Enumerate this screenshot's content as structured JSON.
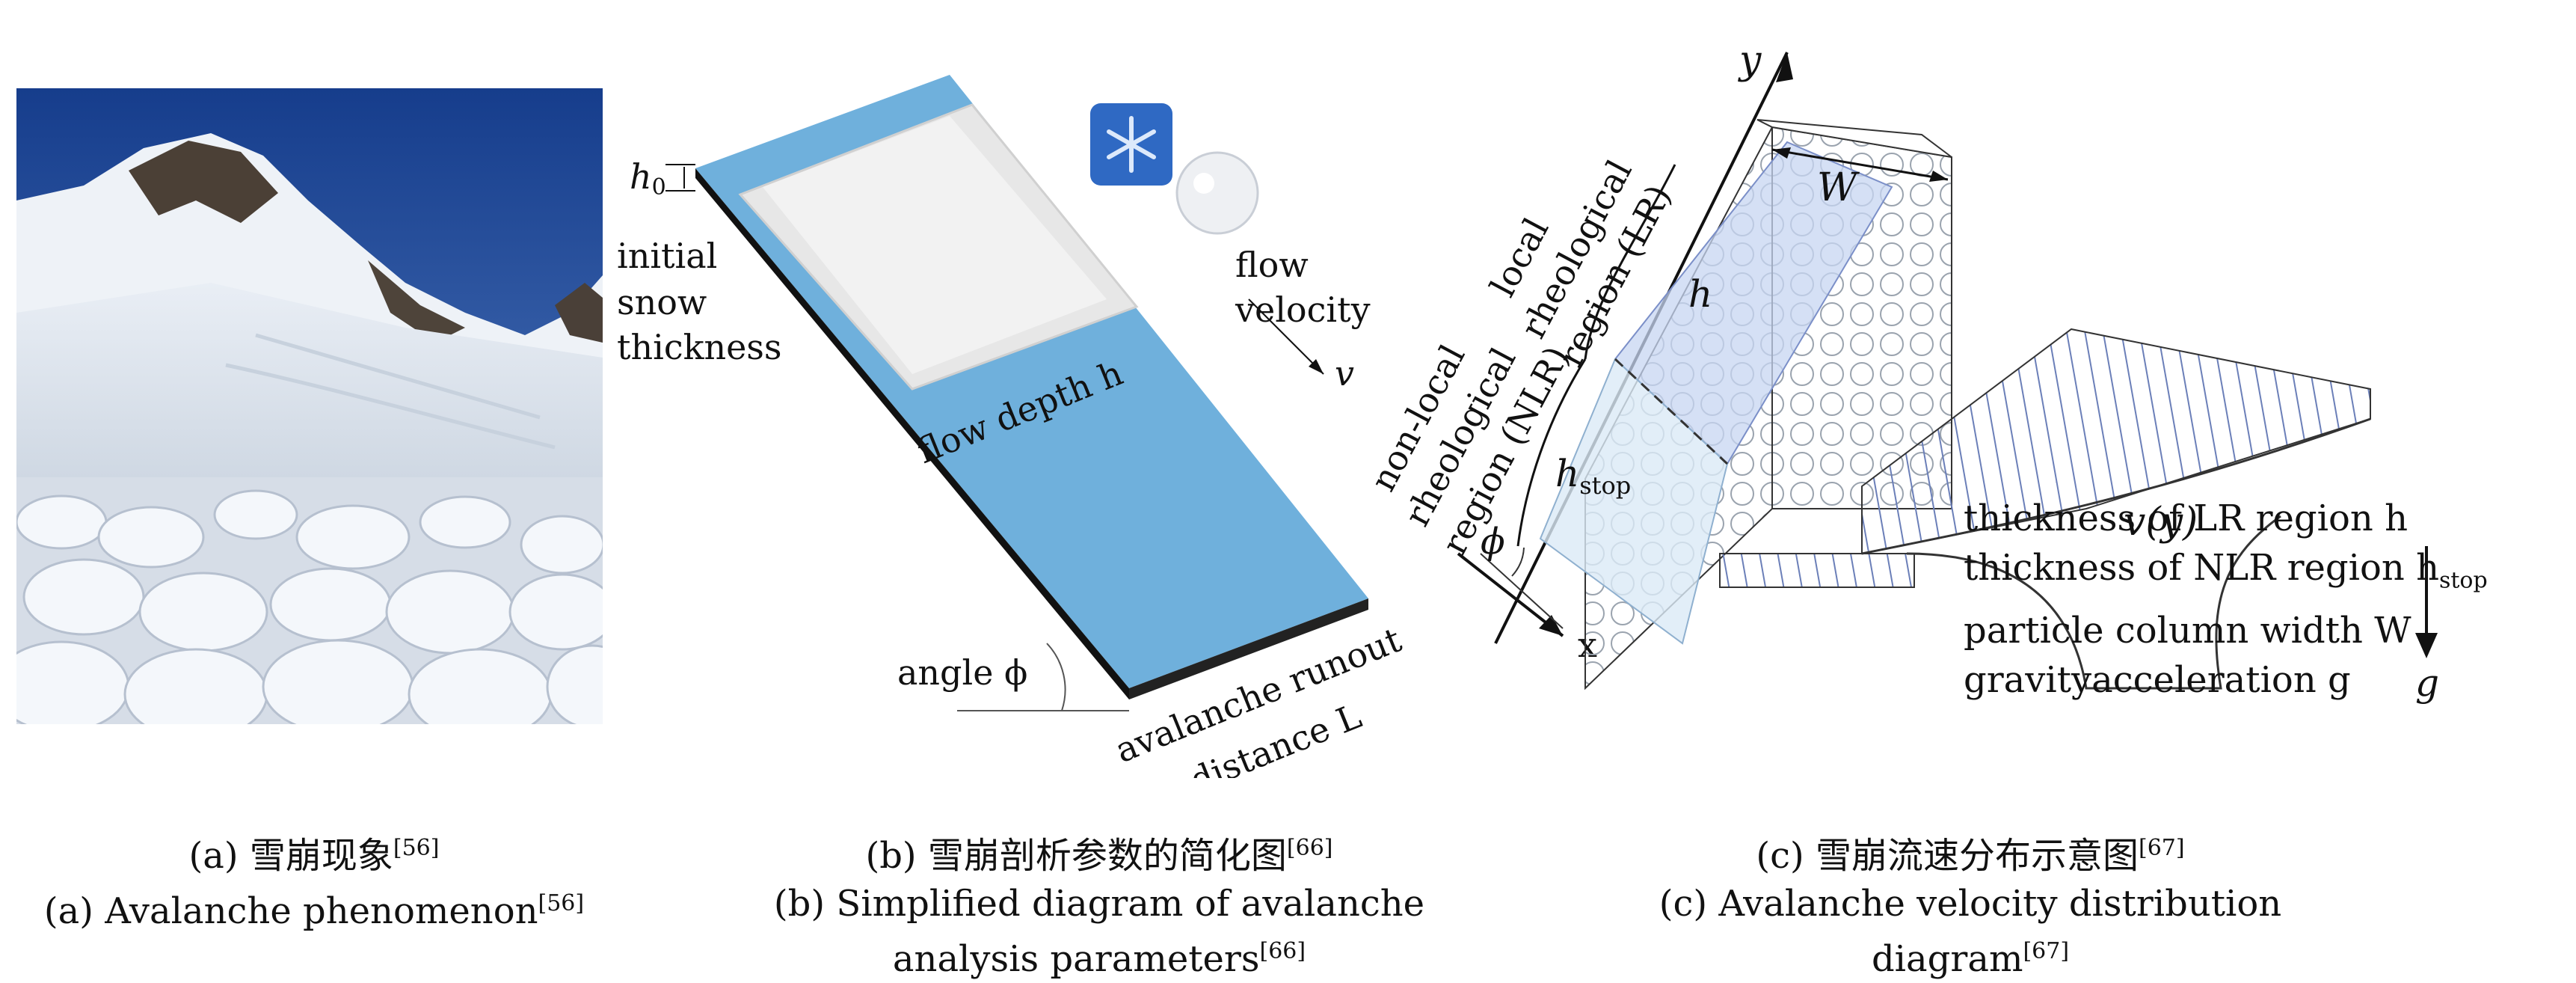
{
  "colors": {
    "sky": "#1f4fa6",
    "slope": "#6fb0dc",
    "slope_edge": "#111111",
    "lr_region": "#c7d6f2",
    "nlr_region": "#dbeaf6",
    "velocity_hatch": "#6b7fb8"
  },
  "panel_a": {
    "photo_alt": "mountain with avalanche debris in foreground",
    "caption_cn": "(a) 雪崩现象",
    "caption_cn_ref": "[56]",
    "caption_en": "(a) Avalanche phenomenon",
    "caption_en_ref": "[56]"
  },
  "panel_b": {
    "h0_label": "h",
    "h0_sub": "0",
    "initial_line1": "initial",
    "initial_line2": "snow",
    "initial_line3": "thickness",
    "flow_depth": "flow depth h",
    "flow_velocity_line1": "flow",
    "flow_velocity_line2": "velocity",
    "velocity_symbol": "v",
    "angle_label": "angle ϕ",
    "runout_line1": "avalanche runout",
    "runout_line2": "distance L",
    "icon_snowflake": "snowflake-icon",
    "icon_snowball": "snowball-icon",
    "caption_cn": "(b) 雪崩剖析参数的简化图",
    "caption_cn_ref": "[66]",
    "caption_en_line1": "(b) Simplified diagram of avalanche",
    "caption_en_line2": "analysis parameters",
    "caption_en_ref": "[66]"
  },
  "panel_c": {
    "y_axis": "y",
    "x_axis": "x",
    "W_label": "W",
    "h_label": "h",
    "hstop_label": "h",
    "hstop_sub": "stop",
    "phi_label": "ϕ",
    "vy_label": "v(y)",
    "g_label": "g",
    "lr_line1": "local",
    "lr_line2": "rheological",
    "lr_line3": "region (LR)",
    "nlr_line1": "non-local",
    "nlr_line2": "rheological",
    "nlr_line3": "region (NLR)",
    "legend": [
      "thickness of LR region h",
      "thickness of NLR region h",
      "particle column width W",
      "gravityacceleration g"
    ],
    "legend_hstop_sub": "stop",
    "caption_cn": "(c) 雪崩流速分布示意图",
    "caption_cn_ref": "[67]",
    "caption_en_line1": "(c) Avalanche velocity distribution",
    "caption_en_line2": "diagram",
    "caption_en_ref": "[67]"
  }
}
